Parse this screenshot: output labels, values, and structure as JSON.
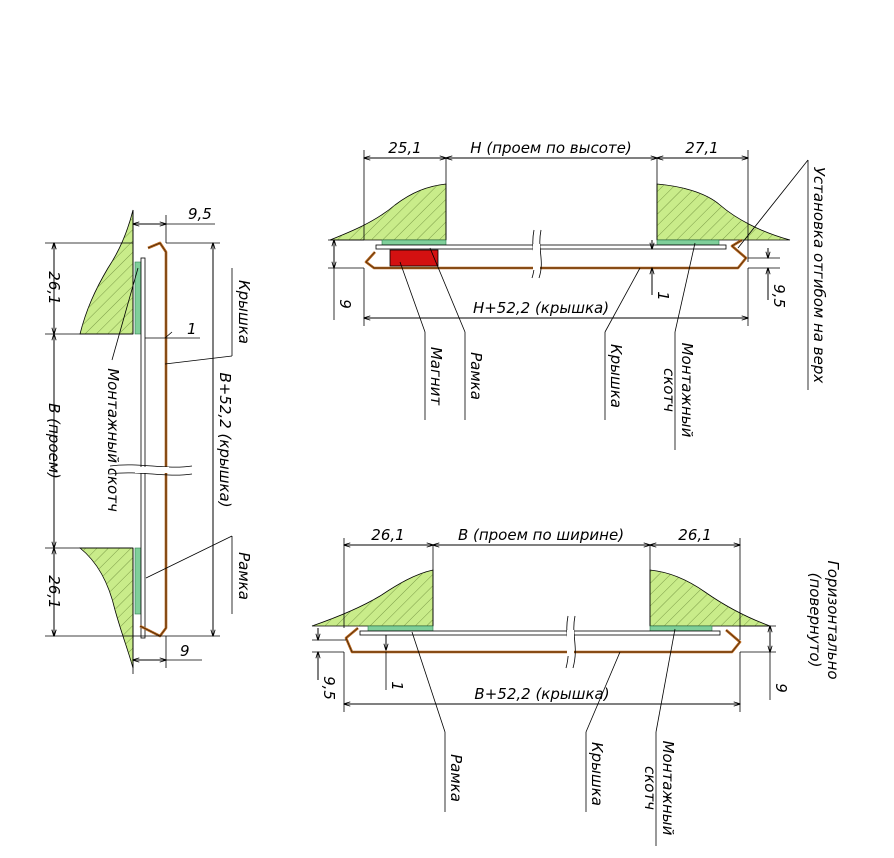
{
  "colors": {
    "wall_fill": "#c9ec8a",
    "cover_line": "#b5651d",
    "tape_fill": "#7fcf9a",
    "magnet_fill": "#d41111"
  },
  "left_view": {
    "dim_top_gap": "9,5",
    "dim_bottom_gap": "9",
    "dim_upper_wall": "26,1",
    "dim_lower_wall": "26,1",
    "dim_opening": "B (проем)",
    "dim_cover_length": "B+52,2 (крышка)",
    "dim_one": "1",
    "label_cover": "Крышка",
    "label_tape": "Монтажный скотч",
    "label_frame": "Рамка"
  },
  "top_view": {
    "dim_left_wall": "25,1",
    "dim_opening": "H (проем по высоте)",
    "dim_right_wall": "27,1",
    "dim_left_9": "9",
    "dim_right_95": "9,5",
    "dim_one": "1",
    "dim_cover_length": "H+52,2 (крышка)",
    "label_magnet": "Магнит",
    "label_frame": "Рамка",
    "label_cover": "Крышка",
    "label_tape_1": "Монтажный",
    "label_tape_2": "скотч",
    "label_side": "Установка отгибом на верх"
  },
  "bottom_view": {
    "dim_left_wall": "26,1",
    "dim_opening": "B (проем по ширине)",
    "dim_right_wall": "26,1",
    "dim_left_95": "9,5",
    "dim_right_9": "9",
    "dim_one": "1",
    "dim_cover_length": "B+52,2 (крышка)",
    "label_frame": "Рамка",
    "label_cover": "Крышка",
    "label_tape_1": "Монтажный",
    "label_tape_2": "скотч",
    "label_side_1": "Горизонтально",
    "label_side_2": "(повернуто)"
  }
}
